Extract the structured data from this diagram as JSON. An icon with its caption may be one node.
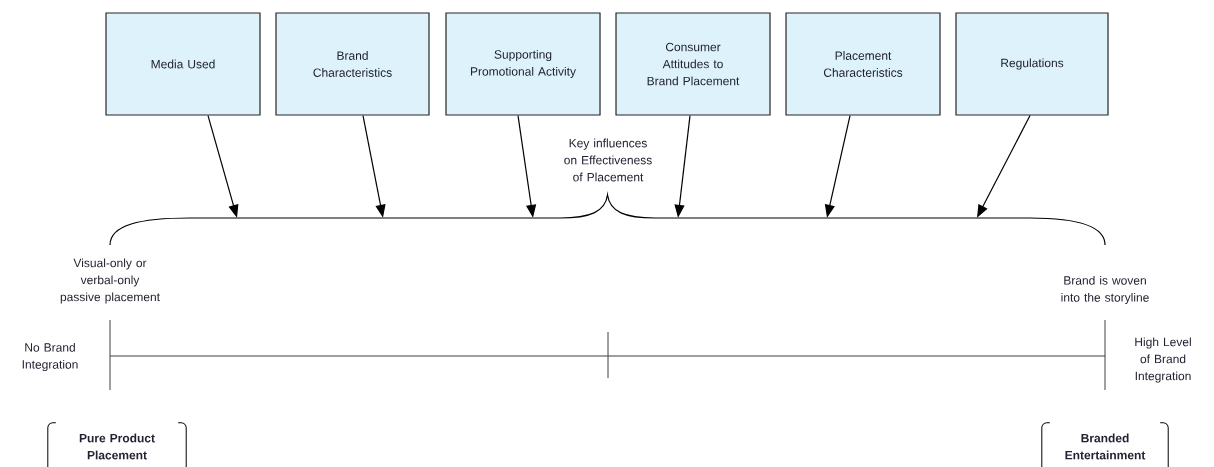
{
  "diagram": {
    "nodes": [
      {
        "text": [
          "Media Used"
        ]
      },
      {
        "text": [
          "Brand Characteristics"
        ]
      },
      {
        "text": [
          "Supporting Promotional Activity"
        ]
      },
      {
        "text": [
          "Consumer Attitudes to Brand Placement"
        ]
      },
      {
        "text": [
          "Placement Characteristics"
        ]
      },
      {
        "text": [
          "Regulations"
        ]
      },
      {
        "text": [],
        "shape": "brace",
        "beside": [
          "Key influences on Effectiveness of Placement"
        ]
      },
      {
        "text": [
          "Pure Product Placement"
        ]
      },
      {
        "text": [
          "Branded Entertainment"
        ]
      }
    ],
    "edges": [
      {
        "from": 0,
        "to": 6,
        "arrow": "to"
      },
      {
        "from": 1,
        "to": 6,
        "arrow": "to"
      },
      {
        "from": 2,
        "to": 6,
        "arrow": "to"
      },
      {
        "from": 3,
        "to": 6,
        "arrow": "to"
      },
      {
        "from": 4,
        "to": 6,
        "arrow": "to"
      },
      {
        "from": 5,
        "to": 6,
        "arrow": "to"
      }
    ],
    "labels": [
      "Visual-only or verbal-only passive placement",
      "Brand is woven into the storyline",
      "No Brand Integration",
      "High Level of Brand Integration"
    ]
  }
}
